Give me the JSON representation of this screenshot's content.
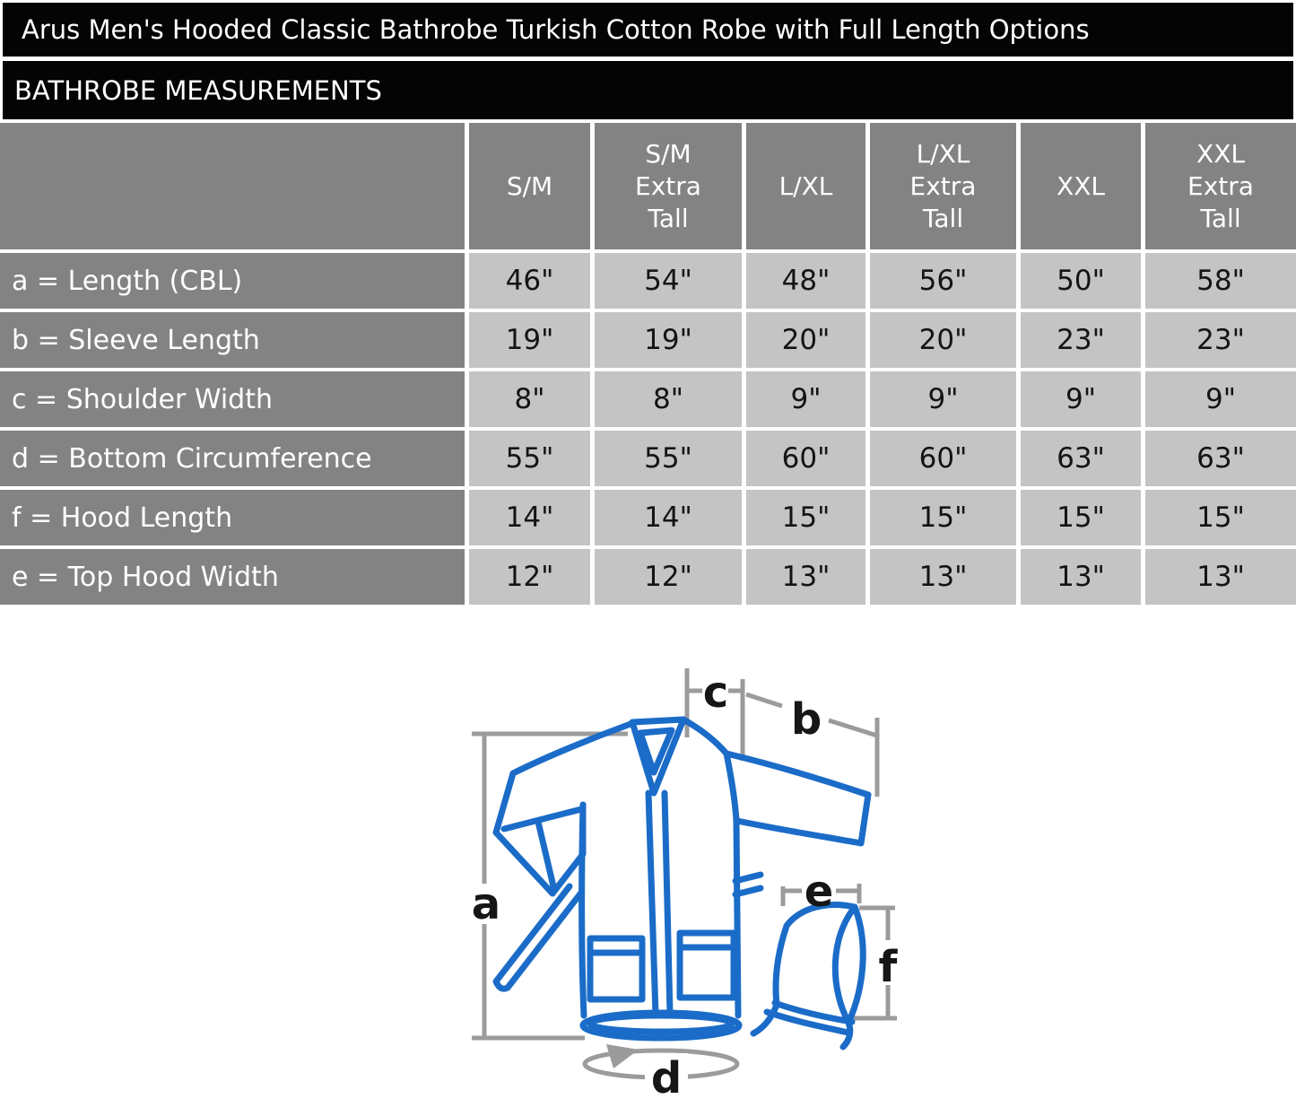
{
  "header": {
    "title": "Arus Men's Hooded Classic Bathrobe Turkish Cotton Robe with Full Length Options",
    "section": "BATHROBE MEASUREMENTS"
  },
  "table": {
    "columns": [
      {
        "label": "S/M",
        "lines": [
          "S/M"
        ]
      },
      {
        "label": "S/M Extra Tall",
        "lines": [
          "S/M",
          "Extra",
          "Tall"
        ]
      },
      {
        "label": "L/XL",
        "lines": [
          "L/XL"
        ]
      },
      {
        "label": "L/XL Extra Tall",
        "lines": [
          "L/XL",
          "Extra",
          "Tall"
        ]
      },
      {
        "label": "XXL",
        "lines": [
          "XXL"
        ]
      },
      {
        "label": "XXL Extra Tall",
        "lines": [
          "XXL",
          "Extra",
          "Tall"
        ]
      }
    ],
    "rows": [
      {
        "label": "a = Length (CBL)",
        "values": [
          "46\"",
          "54\"",
          "48\"",
          "56\"",
          "50\"",
          "58\""
        ]
      },
      {
        "label": "b = Sleeve Length",
        "values": [
          "19\"",
          "19\"",
          "20\"",
          "20\"",
          "23\"",
          "23\""
        ]
      },
      {
        "label": "c = Shoulder Width",
        "values": [
          "8\"",
          "8\"",
          "9\"",
          "9\"",
          "9\"",
          "9\""
        ]
      },
      {
        "label": "d = Bottom Circumference",
        "values": [
          "55\"",
          "55\"",
          "60\"",
          "60\"",
          "63\"",
          "63\""
        ]
      },
      {
        "label": "f = Hood Length",
        "values": [
          "14\"",
          "14\"",
          "15\"",
          "15\"",
          "15\"",
          "15\""
        ]
      },
      {
        "label": "e = Top Hood Width",
        "values": [
          "12\"",
          "12\"",
          "13\"",
          "13\"",
          "13\"",
          "13\""
        ]
      }
    ]
  },
  "diagram": {
    "labels": {
      "a": "a",
      "b": "b",
      "c": "c",
      "d": "d",
      "e": "e",
      "f": "f"
    },
    "colors": {
      "outline_blue": "#1b6cc8",
      "dimension_gray": "#9b9b9b"
    }
  }
}
